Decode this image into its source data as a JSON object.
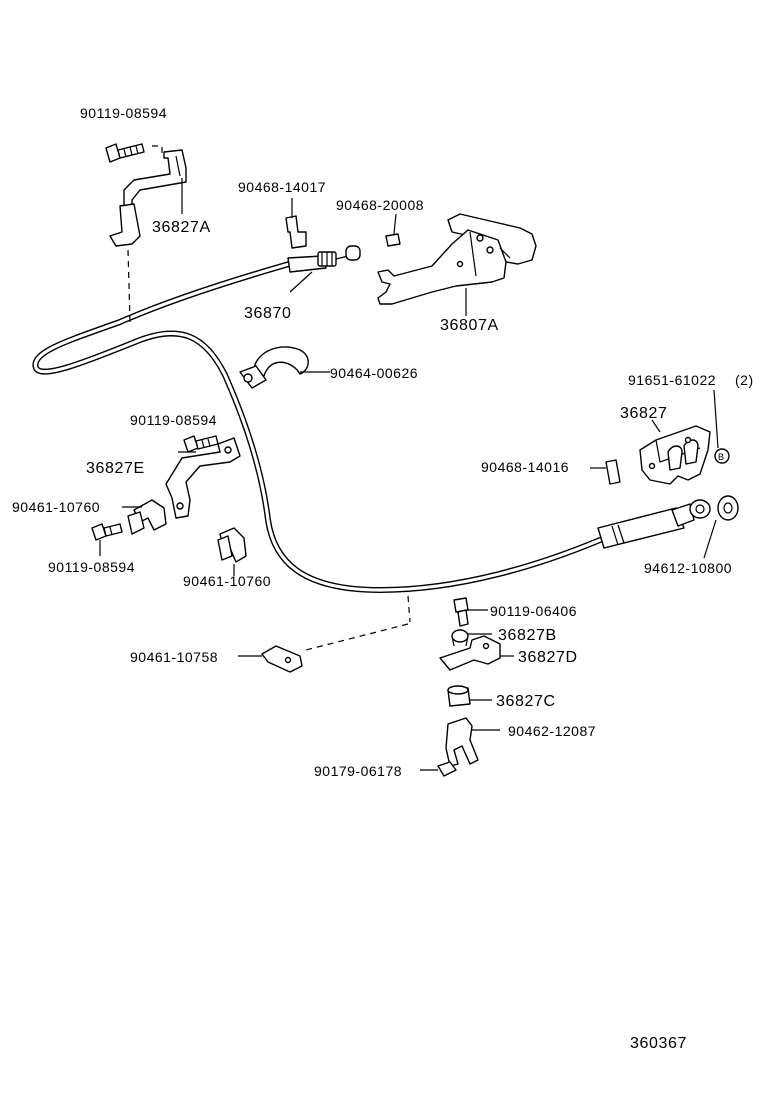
{
  "diagram_id": "360367",
  "labels": {
    "bolt_top": "90119-08594",
    "bracket_a": "36827A",
    "clip_14017": "90468-14017",
    "clip_20008": "90468-20008",
    "cable": "36870",
    "lever": "36807A",
    "clamp_00626": "90464-00626",
    "bolt_mid": "90119-08594",
    "bracket_e": "36827E",
    "clamp_10760_left": "90461-10760",
    "bolt_low": "90119-08594",
    "clamp_10760_mid": "90461-10760",
    "pin_61022": "91651-61022",
    "pin_qty": "(2)",
    "bracket_36827": "36827",
    "clip_14016": "90468-14016",
    "grommet_10800": "94612-10800",
    "bolt_06406": "90119-06406",
    "bushing_b": "36827B",
    "bracket_d": "36827D",
    "clamp_10758": "90461-10758",
    "cushion_c": "36827C",
    "clamp_12087": "90462-12087",
    "nut_06178": "90179-06178"
  }
}
